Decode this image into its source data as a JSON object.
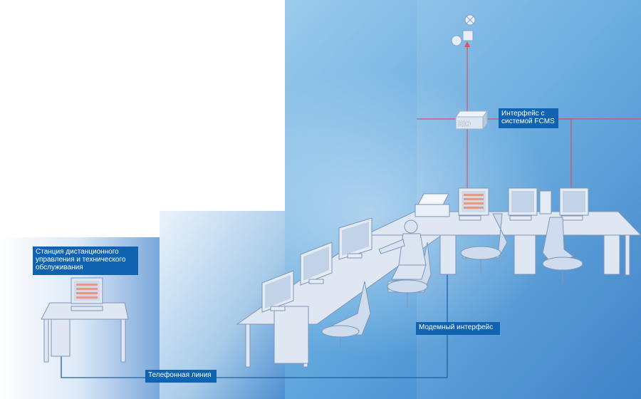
{
  "labels": {
    "remote_station": "Станция дистанционного\nуправления и технического\nобслуживания",
    "fcms_interface": "Интерфейс с\nсистемой FCMS",
    "modem_interface": "Модемный интерфейс",
    "phone_line": "Телефонная линия",
    "rio": "RIO"
  },
  "colors": {
    "signal_line": "#e0505a",
    "phone_line": "#1f5fa8",
    "callout_bg": "#0f63b0"
  }
}
